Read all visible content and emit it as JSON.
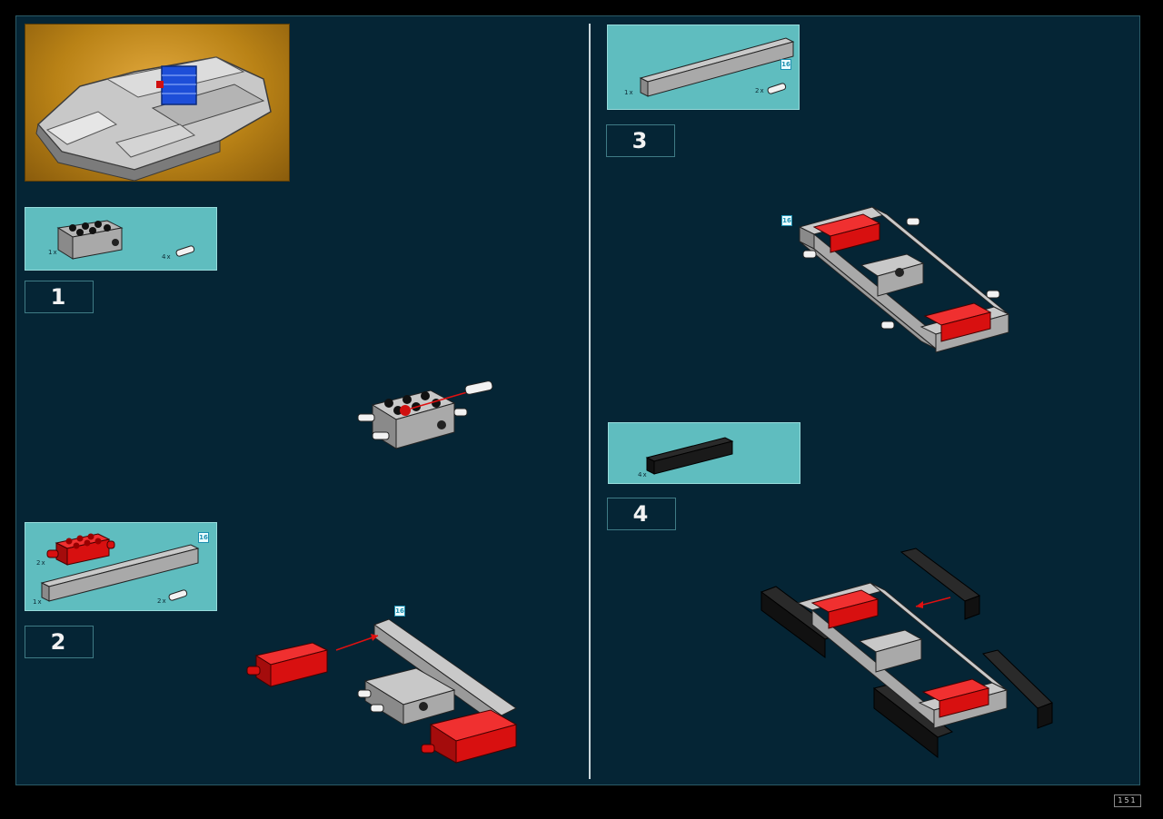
{
  "preview": {
    "icon": "model-preview-image"
  },
  "steps": [
    {
      "number": "1",
      "parts": [
        {
          "qty": "1x",
          "part": "technic-brick-2x4-grey"
        },
        {
          "qty": "4x",
          "part": "friction-pin-white"
        }
      ]
    },
    {
      "number": "2",
      "parts": [
        {
          "qty": "2x",
          "part": "brick-2x4-with-pins-red"
        },
        {
          "qty": "1x",
          "part": "technic-beam-1x16-grey"
        },
        {
          "qty": "2x",
          "part": "friction-pin-white"
        }
      ],
      "length_tag": "16"
    },
    {
      "number": "3",
      "parts": [
        {
          "qty": "1x",
          "part": "technic-beam-1x16-grey"
        },
        {
          "qty": "2x",
          "part": "friction-pin-white"
        }
      ],
      "length_tag": "16"
    },
    {
      "number": "4",
      "parts": [
        {
          "qty": "4x",
          "part": "technic-beam-1x8-black"
        }
      ]
    }
  ],
  "assembly_length_tags": {
    "step2": "16",
    "step3": "16"
  },
  "page_number": "151",
  "colors": {
    "background": "#052535",
    "callout": "#5fbdbf",
    "grey": "#a9a9a9",
    "red": "#e01010",
    "black": "#141414",
    "preview_gold": "#c38a1c"
  }
}
